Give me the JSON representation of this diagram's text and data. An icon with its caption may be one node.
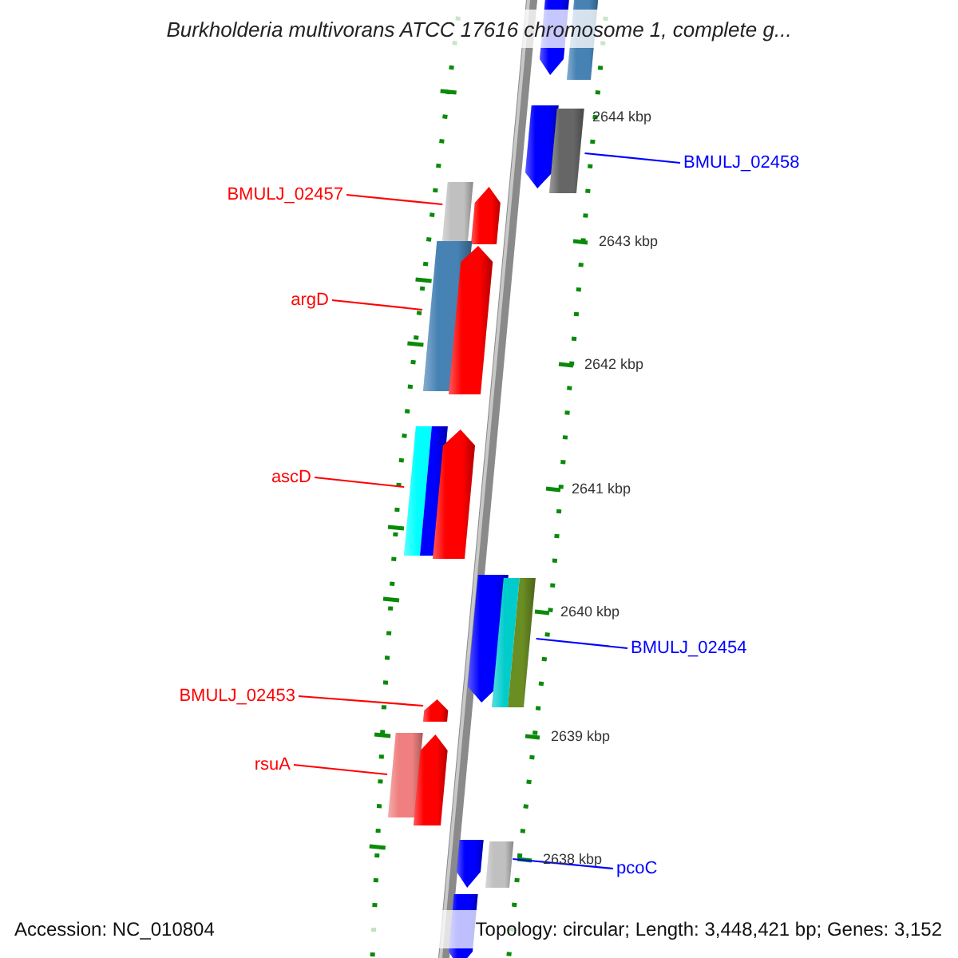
{
  "diagram": {
    "title": "Burkholderia multivorans ATCC 17616 chromosome 1, complete g...",
    "nodes": [
      {
        "text": [
          "BMULJ_02458"
        ]
      },
      {
        "text": [
          "BMULJ_02457"
        ]
      },
      {
        "text": [
          "argD"
        ]
      },
      {
        "text": [
          "ascD"
        ]
      },
      {
        "text": [
          "BMULJ_02454"
        ]
      },
      {
        "text": [
          "BMULJ_02453"
        ]
      },
      {
        "text": [
          "rsuA"
        ]
      },
      {
        "text": [
          "pcoC"
        ]
      },
      {
        "text": [],
        "shape": "bar"
      },
      {
        "text": [],
        "shape": "bar"
      },
      {
        "text": [],
        "shape": "bar"
      },
      {
        "text": [],
        "shape": "bar"
      },
      {
        "text": [],
        "shape": "bar"
      },
      {
        "text": [],
        "shape": "bar"
      },
      {
        "text": [],
        "shape": "bar"
      },
      {
        "text": [],
        "shape": "bar"
      },
      {
        "text": [],
        "shape": "bar"
      },
      {
        "text": [],
        "shape": "bar"
      },
      {
        "text": [],
        "shape": "bar"
      },
      {
        "text": [],
        "shape": "bar"
      },
      {
        "text": [],
        "shape": "bar"
      },
      {
        "text": [],
        "shape": "bar"
      },
      {
        "text": [],
        "shape": "bar"
      },
      {
        "text": [],
        "shape": "bar"
      },
      {
        "text": [],
        "shape": "bar"
      },
      {
        "text": [],
        "shape": "bar"
      }
    ],
    "edges": [
      {
        "from": 0,
        "to": 11,
        "arrow": "none",
        "color": "#0000ff"
      },
      {
        "from": 1,
        "to": 12,
        "arrow": "none",
        "color": "#ff0000"
      },
      {
        "from": 2,
        "to": 14,
        "arrow": "none",
        "color": "#ff0000"
      },
      {
        "from": 3,
        "to": 16,
        "arrow": "none",
        "color": "#ff0000"
      },
      {
        "from": 4,
        "to": 19,
        "arrow": "none",
        "color": "#0000ff"
      },
      {
        "from": 5,
        "to": 20,
        "arrow": "none",
        "color": "#ff0000"
      },
      {
        "from": 6,
        "to": 21,
        "arrow": "none",
        "color": "#ff0000"
      },
      {
        "from": 7,
        "to": 24,
        "arrow": "none",
        "color": "#0000ff"
      }
    ],
    "labels": [
      "2644 kbp",
      "2643 kbp",
      "2642 kbp",
      "2641 kbp",
      "2640 kbp",
      "2639 kbp",
      "2638 kbp",
      "Accession: NC_010804",
      "Topology: circular; Length: 3,448,421 bp; Genes: 3,152"
    ]
  }
}
